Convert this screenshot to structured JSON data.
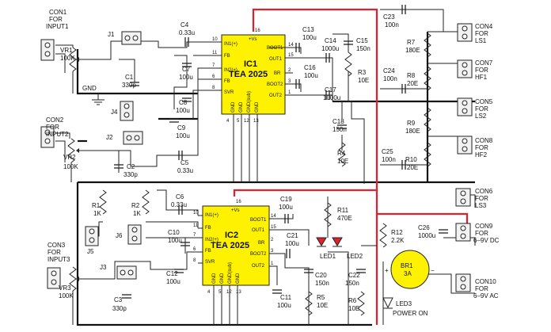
{
  "colors": {
    "ic_fill": "#fff200",
    "conn_fill": "#f2f2f2",
    "bridge_fill": "#fff200",
    "led_fill": "#e0202a",
    "supply_wire": "#e0202a",
    "ground_wire": "#111111"
  },
  "ic1": {
    "title": "IC1",
    "part": "TEA 2025",
    "pins": {
      "in1p": "IN1(+)",
      "fb1": "FB",
      "in2p": "IN2(+)",
      "fb2": "FB",
      "svr": "SVR",
      "vs": "+Vs",
      "boot1": "BOOT1",
      "out1": "OUT1",
      "br": "BR",
      "boot2": "BOOT2",
      "out2": "OUT2",
      "gnd_a": "GND",
      "gnd_b": "GND",
      "gnd_c": "GND(sub)",
      "gnd_d": "GND"
    },
    "pin_numbers": [
      "10",
      "11",
      "7",
      "6",
      "8",
      "16",
      "14",
      "15",
      "2",
      "3",
      "1",
      "4",
      "5",
      "12",
      "13"
    ]
  },
  "ic2": {
    "title": "IC2",
    "part": "TEA 2025",
    "pins": {
      "in1p": "IN1(+)",
      "fb1": "FB",
      "in2p": "IN2(+)",
      "fb2": "FB",
      "svr": "SVR",
      "vs": "+Vs",
      "boot1": "BOOT1",
      "out1": "OUT1",
      "br": "BR",
      "boot2": "BOOT2",
      "out2": "OUT2",
      "gnd_a": "GND",
      "gnd_b": "GND",
      "gnd_c": "GND(sub)",
      "gnd_d": "GND"
    },
    "pin_numbers": [
      "10",
      "11",
      "7",
      "6",
      "8",
      "16",
      "14",
      "15",
      "2",
      "3",
      "1",
      "4",
      "5",
      "12",
      "13"
    ]
  },
  "connectors": {
    "con1": [
      "CON1",
      "FOR",
      "INPUT1"
    ],
    "con2": [
      "CON2",
      "FOR",
      "INPUT2"
    ],
    "con3": [
      "CON3",
      "FOR",
      "INPUT3"
    ],
    "con4": [
      "CON4",
      "FOR",
      "LS1"
    ],
    "con5": [
      "CON5",
      "FOR",
      "LS2"
    ],
    "con6": [
      "CON6",
      "FOR",
      "LS3"
    ],
    "con7": [
      "CON7",
      "FOR",
      "HF1"
    ],
    "con8": [
      "CON8",
      "FOR",
      "HF2"
    ],
    "con9": [
      "CON9",
      "FOR",
      "6–9V DC"
    ],
    "con10": [
      "CON10",
      "FOR",
      "6–9V AC"
    ]
  },
  "jumpers": {
    "j1": "J1",
    "j2": "J2",
    "j3": "J3",
    "j4": "J4",
    "j5": "J5",
    "j6": "J6"
  },
  "resistors": {
    "vr1": [
      "VR1",
      "100K"
    ],
    "vr2": [
      "VR2",
      "100K"
    ],
    "vr3": [
      "VR3",
      "100K"
    ],
    "r1": [
      "R1",
      "1K"
    ],
    "r2": [
      "R2",
      "1K"
    ],
    "r3": [
      "R3",
      "10E"
    ],
    "r4": [
      "R4",
      "10E"
    ],
    "r5": [
      "R5",
      "10E"
    ],
    "r6": [
      "R6",
      "10E"
    ],
    "r7": [
      "R7",
      "180E"
    ],
    "r8": [
      "R8",
      "20E"
    ],
    "r9": [
      "R9",
      "180E"
    ],
    "r10": [
      "R10",
      "20E"
    ],
    "r11": [
      "R11",
      "470E"
    ],
    "r12": [
      "R12",
      "2.2K"
    ]
  },
  "capacitors": {
    "c1": [
      "C1",
      "330p"
    ],
    "c2": [
      "C2",
      "330p"
    ],
    "c3": [
      "C3",
      "330p"
    ],
    "c4": [
      "C4",
      "0.33u"
    ],
    "c5": [
      "C5",
      "0.33u"
    ],
    "c6": [
      "C6",
      "0.33u"
    ],
    "c7": [
      "C7",
      "100u"
    ],
    "c8": [
      "C8",
      "100u"
    ],
    "c9": [
      "C9",
      "100u"
    ],
    "c10": [
      "C10",
      "100u"
    ],
    "c11": [
      "C11",
      "100u"
    ],
    "c12": [
      "C12",
      "100u"
    ],
    "c13": [
      "C13",
      "100u"
    ],
    "c14": [
      "C14",
      "1000u"
    ],
    "c15": [
      "C15",
      "150n"
    ],
    "c16": [
      "C16",
      "100u"
    ],
    "c17": [
      "C17",
      "1000u"
    ],
    "c18": [
      "C18",
      "150n"
    ],
    "c19": [
      "C19",
      "100u"
    ],
    "c20": [
      "C20",
      "150n"
    ],
    "c21": [
      "C21",
      "100u"
    ],
    "c22": [
      "C22",
      "150n"
    ],
    "c23": [
      "C23",
      "100n"
    ],
    "c24": [
      "C24",
      "100n"
    ],
    "c25": [
      "C25",
      "100n"
    ],
    "c26": [
      "C26",
      "1000u"
    ]
  },
  "bridge": [
    "BR1",
    "3A"
  ],
  "leds": {
    "led1": "LED1",
    "led2": "LED2",
    "led3": "LED3"
  },
  "labels": {
    "gnd": "GND",
    "power_on": "POWER ON"
  }
}
